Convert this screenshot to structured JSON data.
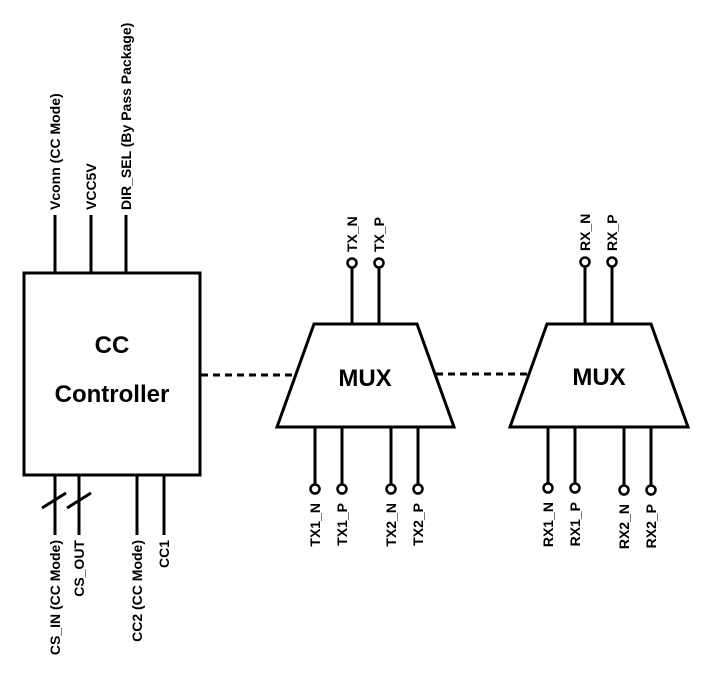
{
  "cc_controller": {
    "title_line1": "CC",
    "title_line2": "Controller",
    "top_pins": [
      "Vconn (CC Mode)",
      "VCC5V",
      "DIR_SEL (By Pass Package)"
    ],
    "bottom_pins": [
      "CS_IN (CC Mode)",
      "CS_OUT",
      "CC2 (CC Mode)",
      "CC1"
    ]
  },
  "tx_mux": {
    "label": "MUX",
    "top_pins": [
      "TX_N",
      "TX_P"
    ],
    "bottom_pins": [
      "TX1_N",
      "TX1_P",
      "TX2_N",
      "TX2_P"
    ]
  },
  "rx_mux": {
    "label": "MUX",
    "top_pins": [
      "RX_N",
      "RX_P"
    ],
    "bottom_pins": [
      "RX1_N",
      "RX1_P",
      "RX2_N",
      "RX2_P"
    ]
  }
}
